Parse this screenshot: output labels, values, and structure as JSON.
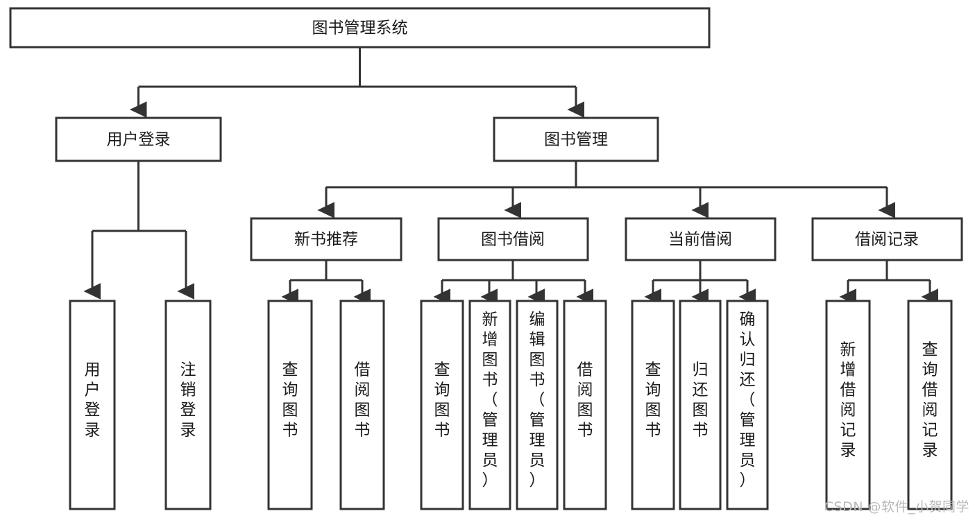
{
  "diagram": {
    "type": "hierarchy-tree",
    "title": "图书管理系统",
    "arrow_style": "filled-triangle",
    "colors": {
      "stroke": "#333333",
      "box_fill": "#ffffff",
      "text": "#1a1a1a",
      "background": "#ffffff",
      "watermark": "#b9b9b9"
    },
    "levels": [
      {
        "level": 1,
        "nodes": [
          {
            "id": "root",
            "label": "图书管理系统",
            "orientation": "horizontal"
          }
        ]
      },
      {
        "level": 2,
        "nodes": [
          {
            "id": "user-login",
            "label": "用户登录",
            "orientation": "horizontal",
            "parent": "root"
          },
          {
            "id": "book-manage",
            "label": "图书管理",
            "orientation": "horizontal",
            "parent": "root"
          }
        ]
      },
      {
        "level": 3,
        "nodes": [
          {
            "id": "new-book-rec",
            "label": "新书推荐",
            "orientation": "horizontal",
            "parent": "book-manage"
          },
          {
            "id": "book-borrow",
            "label": "图书借阅",
            "orientation": "horizontal",
            "parent": "book-manage"
          },
          {
            "id": "current-borrow",
            "label": "当前借阅",
            "orientation": "horizontal",
            "parent": "book-manage"
          },
          {
            "id": "borrow-record",
            "label": "借阅记录",
            "orientation": "horizontal",
            "parent": "book-manage"
          }
        ]
      },
      {
        "level": 4,
        "nodes": [
          {
            "id": "leaf-user-login",
            "label": "用户登录",
            "orientation": "vertical",
            "parent": "user-login"
          },
          {
            "id": "leaf-logout-login",
            "label": "注销登录",
            "orientation": "vertical",
            "parent": "user-login"
          },
          {
            "id": "leaf-query-book-1",
            "label": "查询图书",
            "orientation": "vertical",
            "parent": "new-book-rec"
          },
          {
            "id": "leaf-borrow-book-1",
            "label": "借阅图书",
            "orientation": "vertical",
            "parent": "new-book-rec"
          },
          {
            "id": "leaf-query-book-2",
            "label": "查询图书",
            "orientation": "vertical",
            "parent": "book-borrow"
          },
          {
            "id": "leaf-add-book",
            "label": "新增图书（管理员）",
            "orientation": "vertical",
            "parent": "book-borrow"
          },
          {
            "id": "leaf-edit-book",
            "label": "编辑图书（管理员）",
            "orientation": "vertical",
            "parent": "book-borrow"
          },
          {
            "id": "leaf-borrow-book-2",
            "label": "借阅图书",
            "orientation": "vertical",
            "parent": "book-borrow"
          },
          {
            "id": "leaf-query-book-3",
            "label": "查询图书",
            "orientation": "vertical",
            "parent": "current-borrow"
          },
          {
            "id": "leaf-return-book",
            "label": "归还图书",
            "orientation": "vertical",
            "parent": "current-borrow"
          },
          {
            "id": "leaf-confirm-return",
            "label": "确认归还（管理员）",
            "orientation": "vertical",
            "parent": "current-borrow"
          },
          {
            "id": "leaf-add-record",
            "label": "新增借阅记录",
            "orientation": "vertical",
            "parent": "borrow-record"
          },
          {
            "id": "leaf-query-record",
            "label": "查询借阅记录",
            "orientation": "vertical",
            "parent": "borrow-record"
          }
        ]
      }
    ]
  },
  "watermark": {
    "text": "CSDN @软件_小贺同学"
  }
}
